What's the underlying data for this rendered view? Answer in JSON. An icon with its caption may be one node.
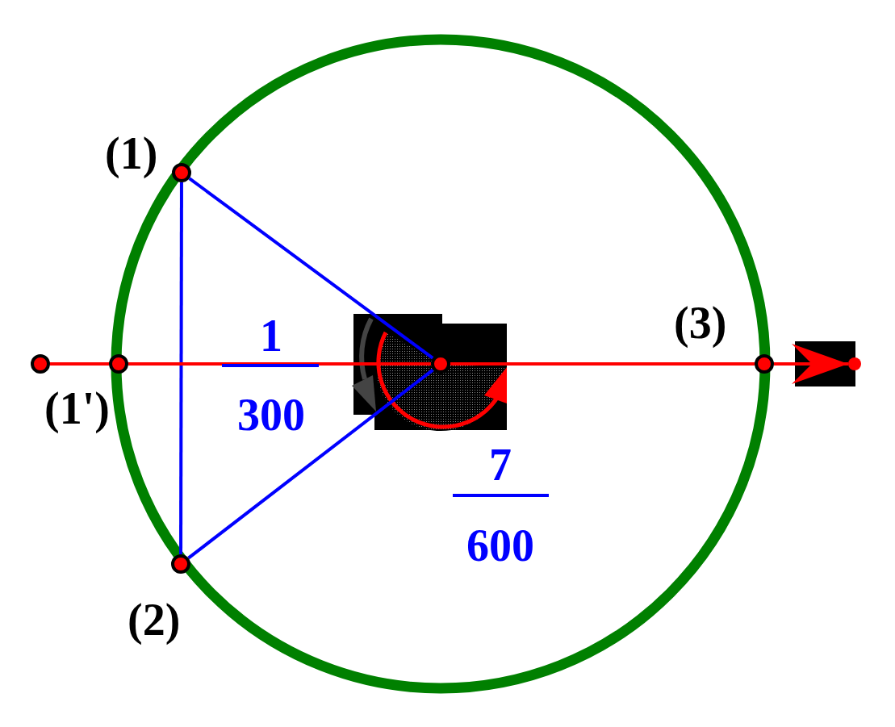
{
  "diagram": {
    "nodes": [
      {
        "text": [],
        "shape": "circle",
        "beside": [
          "(1)"
        ]
      },
      {
        "text": [],
        "shape": "circle"
      },
      {
        "text": [],
        "shape": "circle",
        "beside": [
          "(1')"
        ]
      },
      {
        "text": [],
        "shape": "circle"
      },
      {
        "text": [],
        "shape": "circle",
        "beside": [
          "(3)"
        ]
      },
      {
        "text": [],
        "shape": "circle"
      },
      {
        "text": [],
        "shape": "circle",
        "beside": [
          "(2)"
        ]
      }
    ],
    "edges": [
      {
        "from": 0,
        "to": 6,
        "arrow": "none",
        "color": "#0000ff"
      },
      {
        "from": 0,
        "to": 3,
        "arrow": "none",
        "color": "#0000ff"
      },
      {
        "from": 6,
        "to": 3,
        "arrow": "none",
        "color": "#0000ff"
      },
      {
        "from": 1,
        "to": 2,
        "arrow": "none"
      },
      {
        "from": 2,
        "to": 3,
        "arrow": "none"
      },
      {
        "from": 3,
        "to": 4,
        "arrow": "none"
      },
      {
        "from": 4,
        "to": 5,
        "arrow": "to"
      }
    ],
    "labels": [
      "1",
      "300",
      "7",
      "600"
    ]
  }
}
